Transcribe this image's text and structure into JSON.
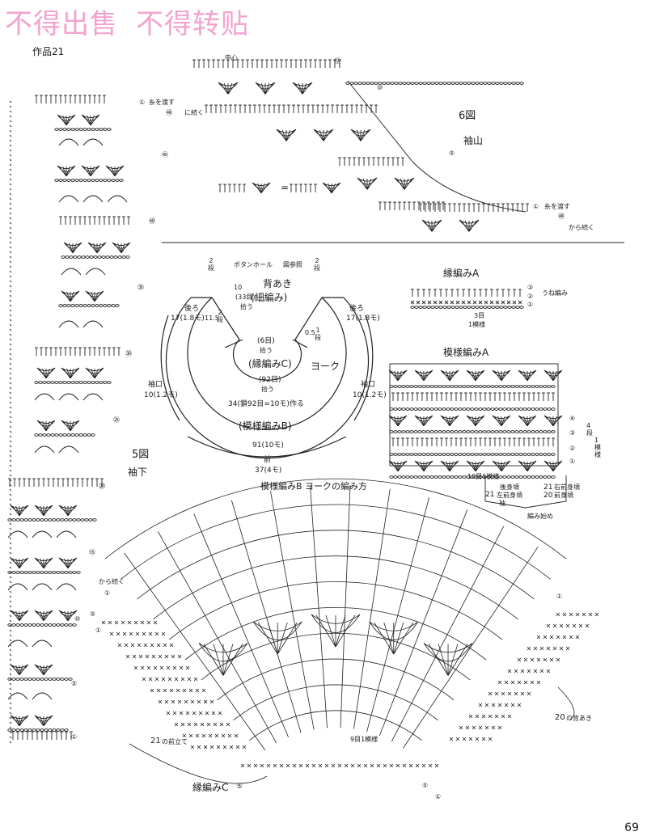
{
  "watermark": [
    "不得出售",
    "不得转贴"
  ],
  "work_title": "作品21",
  "page_number": "69",
  "sleeve_cap": {
    "figure": "6図",
    "name": "袖山",
    "center": "中心",
    "break_yarn": "糸を渡す",
    "continue_from": "から続く",
    "equals": "=",
    "row_marks": [
      "⑫",
      "⑩",
      "⑤",
      "①",
      "㊽"
    ]
  },
  "sleeve_lower": {
    "figure": "5図",
    "name": "袖下",
    "break_yarn": "糸を渡す",
    "continue": "に続く",
    "row_marks": [
      "①",
      "㊽",
      "㊺",
      "㊵",
      "㉟",
      "㉚",
      "㉕",
      "⑳",
      "⑮",
      "⑩",
      "⑤",
      "①"
    ]
  },
  "yoke": {
    "back_opening": "背あき",
    "back_opening_stitch": "(細編み)",
    "buttonhole": "ボタンホール",
    "see_figure": "図参照",
    "two_rows": "2段",
    "two_rows_r": "2段",
    "one_row": "1段",
    "back_left": "後ろ",
    "back_right": "後ろ",
    "back_left_dim": "17(1.8モ)",
    "back_right_dim": "17(1.8モ)",
    "dim_115": "11.5",
    "dim_05": "0.5",
    "dim_10_33": "10",
    "dim_33_moku": "(33目)",
    "pickup": "拾う",
    "pickup2": "拾う",
    "pickup3": "拾う",
    "six_moku": "(6目)",
    "edging_c": "(縁編みC)",
    "yoke_label": "ヨーク",
    "ninety_two": "(92目)",
    "thirty_four": "34(鎖92目=10モ)作る",
    "pattern_b": "(模様編みB)",
    "sleeve_left": "袖口",
    "sleeve_right": "袖口",
    "sleeve_left_dim": "10(1.2モ)",
    "sleeve_right_dim": "10(1.2モ)",
    "front_dim": "91(10モ)",
    "front_label": "前",
    "front_dim2": "37(4モ)",
    "caption": "模様編みB ヨークの編み方"
  },
  "edging_a": {
    "title": "縁編みA",
    "wave": "うね編み",
    "one_pattern": "3目",
    "one_pattern2": "1模様",
    "row_marks": [
      "③",
      "②",
      "①"
    ]
  },
  "pattern_a": {
    "title": "模様編みA",
    "four_rows": "4段",
    "one_pattern": "1模様",
    "ten_moku": "10目1模様",
    "back_body": "後身頃",
    "front_left": "左前身頃",
    "front_right": "右前身頃",
    "front_body": "前身頃",
    "n21": "21",
    "n21b": "21",
    "n20": "20",
    "sleeve": "袖",
    "start": "編み始め",
    "row_marks": [
      "④",
      "③",
      "②",
      "①"
    ]
  },
  "yoke_diagram": {
    "continue_from": "から続く",
    "front_opening_21": "21",
    "front_opening_21_txt": "の前立て",
    "back_opening_20": "20",
    "back_opening_20_txt": "の背あき",
    "nine_moku": "9目1模様",
    "edging_c": "縁編みC",
    "row_marks": [
      "①",
      "⑤",
      "①",
      "①",
      "⑤",
      "①"
    ]
  }
}
